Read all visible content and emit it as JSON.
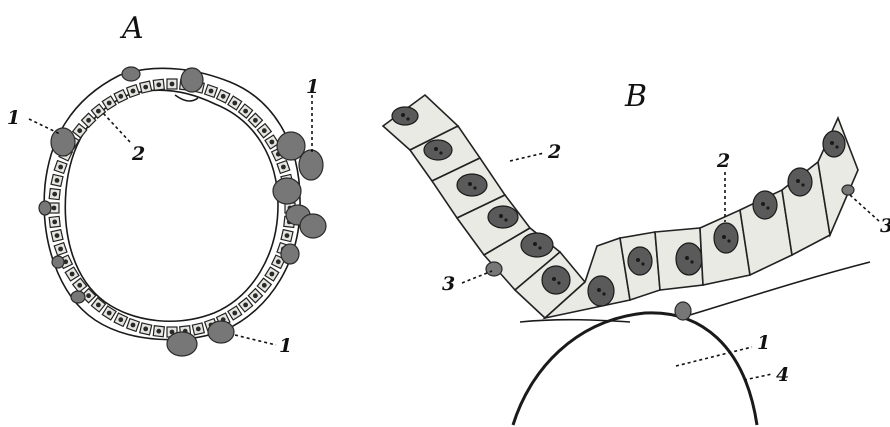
{
  "figure": {
    "panels": [
      {
        "id": "A",
        "heading": "A",
        "labels": [
          "1",
          "2",
          "1",
          "1"
        ]
      },
      {
        "id": "B",
        "heading": "B",
        "labels": [
          "2",
          "2",
          "3",
          "3",
          "1",
          "4"
        ]
      }
    ]
  }
}
